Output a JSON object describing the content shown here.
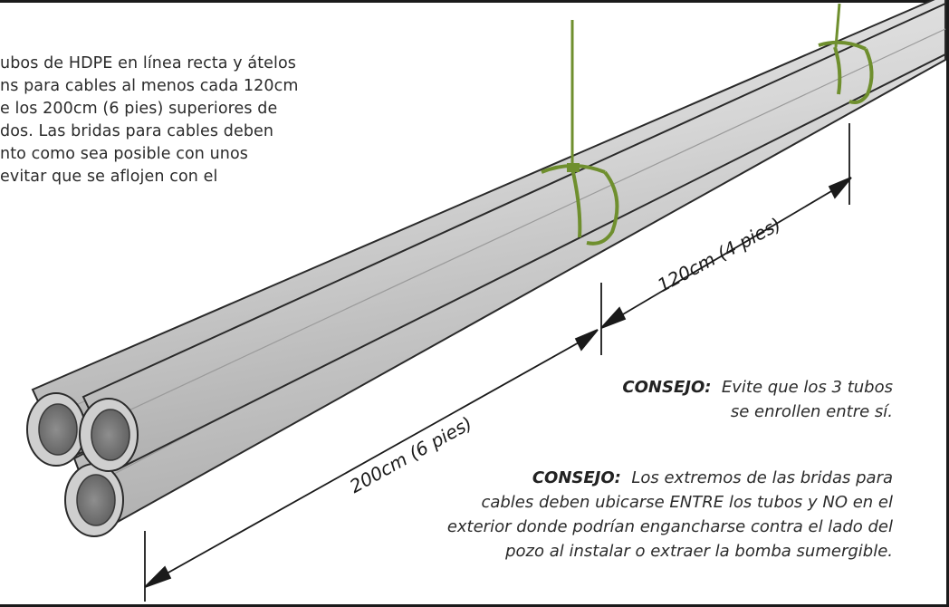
{
  "intro_lines": [
    "ubos de HDPE en línea recta y átelos",
    "ns para cables al menos cada 120cm",
    "e los 200cm (6 pies) superiores de",
    "dos. Las bridas para cables deben",
    "nto como sea posible con unos",
    " evitar que se aflojen con el"
  ],
  "dimensions": {
    "upper": "120cm (4 pies)",
    "lower": "200cm (6 pies)"
  },
  "tip1": {
    "keyword": "CONSEJO:",
    "lines": [
      "Evite que los 3 tubos",
      "se enrollen entre sí."
    ]
  },
  "tip2": {
    "keyword": "CONSEJO:",
    "lines": [
      "Los extremos de las bridas para",
      "cables deben ubicarse ENTRE los tubos y NO en el",
      "exterior donde podrían engancharse contra el lado del",
      "pozo al instalar o extraer la bomba sumergible."
    ]
  },
  "colors": {
    "pipe_body": "#d7d7d7",
    "pipe_shade": "#bdbdbd",
    "pipe_light": "#ececec",
    "outline": "#2a2a2a",
    "cable_tie": "#6f8f2e",
    "dimension_line": "#1a1a1a"
  }
}
